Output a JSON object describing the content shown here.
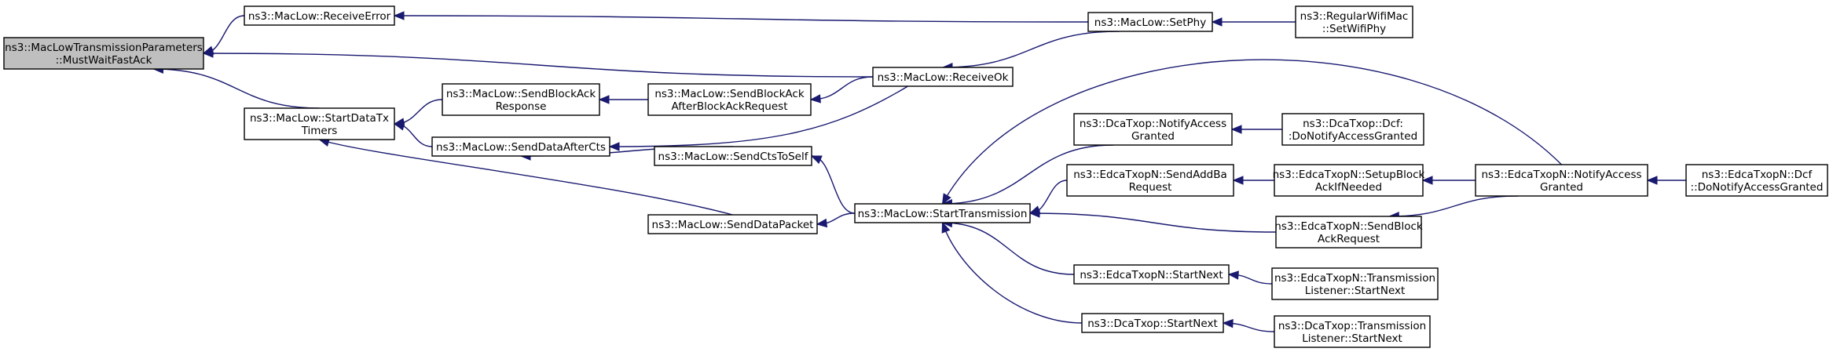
{
  "graph": {
    "nodes": [
      {
        "id": "root",
        "lines": [
          "ns3::MacLowTransmissionParameters",
          "::MustWaitFastAck"
        ]
      },
      {
        "id": "recverr",
        "lines": [
          "ns3::MacLow::ReceiveError"
        ]
      },
      {
        "id": "sdtx",
        "lines": [
          "ns3::MacLow::StartDataTx",
          "Timers"
        ]
      },
      {
        "id": "setphy",
        "lines": [
          "ns3::MacLow::SetPhy"
        ]
      },
      {
        "id": "regwifi",
        "lines": [
          "ns3::RegularWifiMac",
          "::SetWifiPhy"
        ]
      },
      {
        "id": "recvok",
        "lines": [
          "ns3::MacLow::ReceiveOk"
        ]
      },
      {
        "id": "sbar",
        "lines": [
          "ns3::MacLow::SendBlockAck",
          "Response"
        ]
      },
      {
        "id": "sbaabar",
        "lines": [
          "ns3::MacLow::SendBlockAck",
          "AfterBlockAckRequest"
        ]
      },
      {
        "id": "sdac",
        "lines": [
          "ns3::MacLow::SendDataAfterCts"
        ]
      },
      {
        "id": "sctsself",
        "lines": [
          "ns3::MacLow::SendCtsToSelf"
        ]
      },
      {
        "id": "sdp",
        "lines": [
          "ns3::MacLow::SendDataPacket"
        ]
      },
      {
        "id": "stx",
        "lines": [
          "ns3::MacLow::StartTransmission"
        ]
      },
      {
        "id": "dcanag",
        "lines": [
          "ns3::DcaTxop::NotifyAccess",
          "Granted"
        ]
      },
      {
        "id": "dcfdonag",
        "lines": [
          "ns3::DcaTxop::Dcf:",
          ":DoNotifyAccessGranted"
        ]
      },
      {
        "id": "edcasab",
        "lines": [
          "ns3::EdcaTxopN::SendAddBa",
          "Request"
        ]
      },
      {
        "id": "edcasetup",
        "lines": [
          "ns3::EdcaTxopN::SetupBlock",
          "AckIfNeeded"
        ]
      },
      {
        "id": "edcanag",
        "lines": [
          "ns3::EdcaTxopN::NotifyAccess",
          "Granted"
        ]
      },
      {
        "id": "edcadcf",
        "lines": [
          "ns3::EdcaTxopN::Dcf",
          "::DoNotifyAccessGranted"
        ]
      },
      {
        "id": "edcasbar",
        "lines": [
          "ns3::EdcaTxopN::SendBlock",
          "AckRequest"
        ]
      },
      {
        "id": "edcastart",
        "lines": [
          "ns3::EdcaTxopN::StartNext"
        ]
      },
      {
        "id": "edcatlsn",
        "lines": [
          "ns3::EdcaTxopN::Transmission",
          "Listener::StartNext"
        ]
      },
      {
        "id": "dcastart",
        "lines": [
          "ns3::DcaTxop::StartNext"
        ]
      },
      {
        "id": "dcatlsn",
        "lines": [
          "ns3::DcaTxop::Transmission",
          "Listener::StartNext"
        ]
      }
    ],
    "edges": [
      {
        "from": "recverr",
        "to": "root"
      },
      {
        "from": "recvok",
        "to": "root"
      },
      {
        "from": "sdtx",
        "to": "root"
      },
      {
        "from": "setphy",
        "to": "recverr"
      },
      {
        "from": "setphy",
        "to": "recvok"
      },
      {
        "from": "regwifi",
        "to": "setphy"
      },
      {
        "from": "sbar",
        "to": "sdtx"
      },
      {
        "from": "sdac",
        "to": "sdtx"
      },
      {
        "from": "sdp",
        "to": "sdtx"
      },
      {
        "from": "sbaabar",
        "to": "sbar"
      },
      {
        "from": "recvok",
        "to": "sbaabar"
      },
      {
        "from": "recvok",
        "to": "sdac"
      },
      {
        "from": "sctsself",
        "to": "sdac"
      },
      {
        "from": "stx",
        "to": "sctsself"
      },
      {
        "from": "stx",
        "to": "sdp"
      },
      {
        "from": "dcanag",
        "to": "stx"
      },
      {
        "from": "edcasab",
        "to": "stx"
      },
      {
        "from": "edcanag",
        "to": "stx"
      },
      {
        "from": "edcasbar",
        "to": "stx"
      },
      {
        "from": "edcastart",
        "to": "stx"
      },
      {
        "from": "dcastart",
        "to": "stx"
      },
      {
        "from": "dcfdonag",
        "to": "dcanag"
      },
      {
        "from": "edcasetup",
        "to": "edcasab"
      },
      {
        "from": "edcanag",
        "to": "edcasetup"
      },
      {
        "from": "edcanag",
        "to": "edcasbar"
      },
      {
        "from": "edcadcf",
        "to": "edcanag"
      },
      {
        "from": "edcatlsn",
        "to": "edcastart"
      },
      {
        "from": "dcatlsn",
        "to": "dcastart"
      }
    ]
  }
}
